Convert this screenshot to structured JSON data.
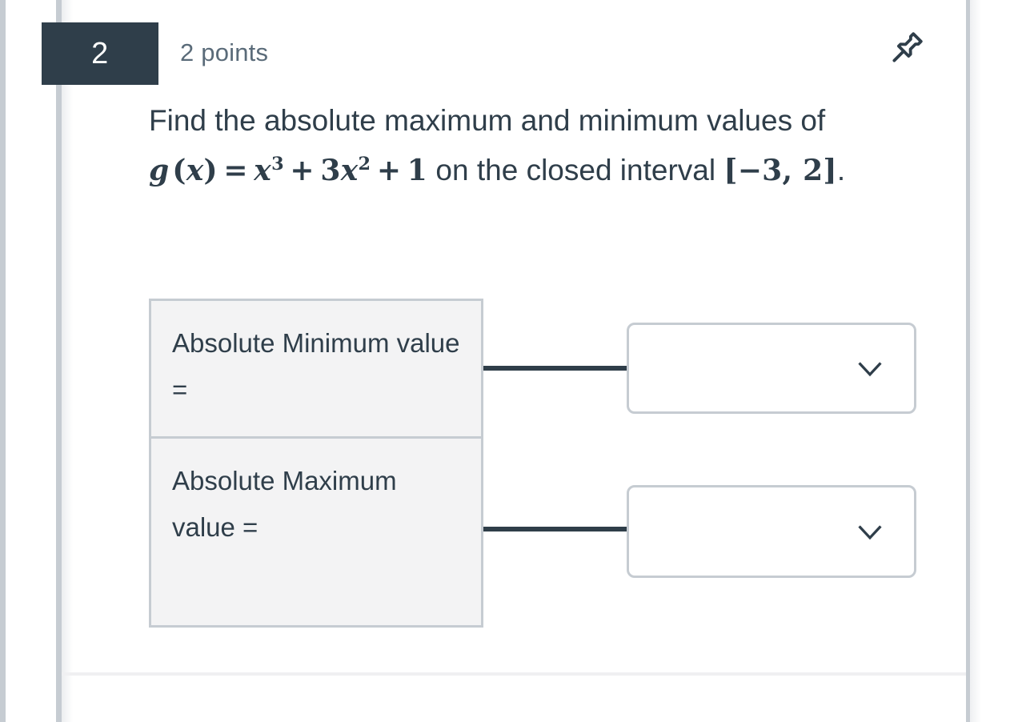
{
  "header": {
    "question_number": "2",
    "points_label": "2 points",
    "pin_icon": "pushpin-icon",
    "number_box_color": "#2f3e4a",
    "points_text_color": "#5a6b79"
  },
  "question": {
    "text_before_math": "Find the absolute maximum and minimum values of ",
    "math_function": "g (x) = x³ + 3x² + 1",
    "math_function_parts": {
      "g": "g",
      "open_paren": "(",
      "x": "x",
      "close_paren": ")",
      "equals": "=",
      "term1_base": "x",
      "term1_exp": "3",
      "plus1": "+",
      "coef2": "3",
      "term2_base": "x",
      "term2_exp": "2",
      "plus2": "+",
      "const": "1"
    },
    "text_after_math": " on the closed interval ",
    "interval": "[−3,  2]",
    "trailing_period": ".",
    "text_color": "#2f3e4a"
  },
  "matching": {
    "rows": [
      {
        "prompt": "Absolute Minimum value =",
        "answer_value": "",
        "dropdown_icon": "chevron-down-icon"
      },
      {
        "prompt": "Absolute Maximum value =",
        "answer_value": "",
        "dropdown_icon": "chevron-down-icon"
      }
    ],
    "cell_background": "#f3f3f4",
    "cell_border_color": "#c6ccd2",
    "connector_color": "#2f3e49",
    "dropdown_border_color": "#c6ccd2"
  }
}
